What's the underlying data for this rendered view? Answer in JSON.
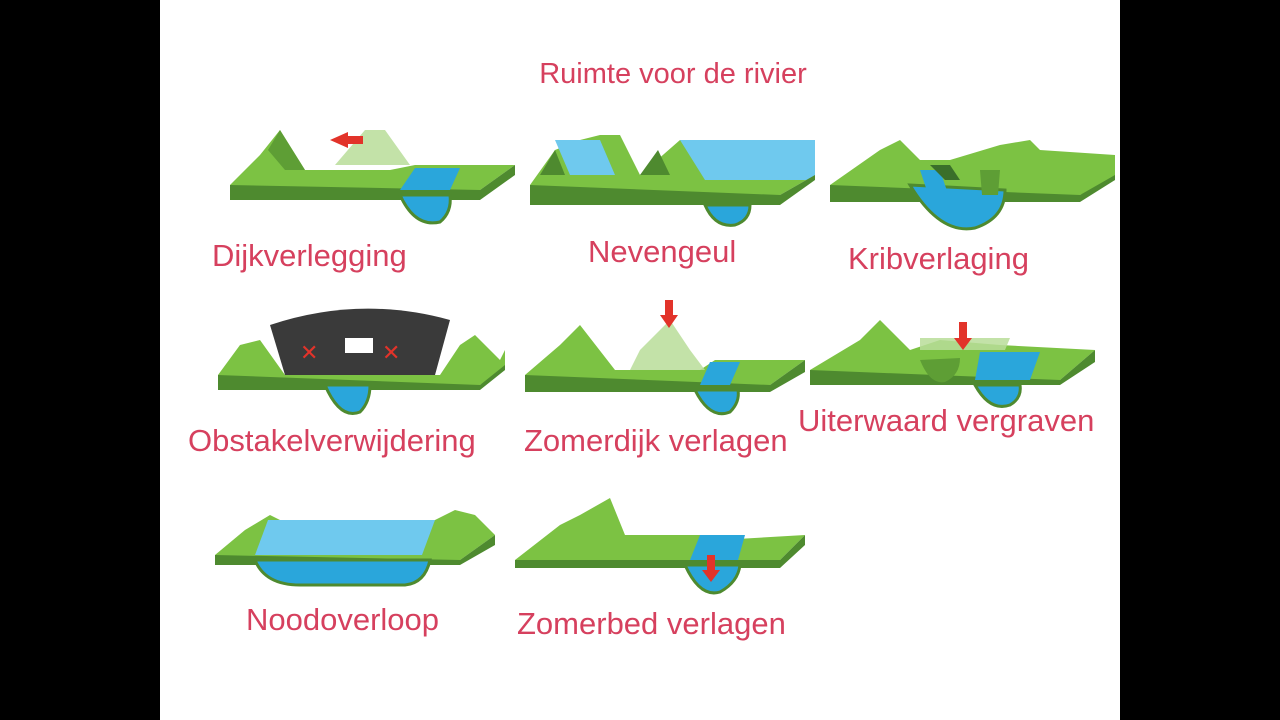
{
  "title": "Ruimte voor de rivier",
  "colors": {
    "text": "#d6405e",
    "grass_top": "#7cc243",
    "grass_side": "#4e8a2f",
    "water": "#2aa6db",
    "water_light": "#6fc9ee",
    "arrow": "#e2332a",
    "bridge": "#3a3a3a"
  },
  "measures": [
    {
      "label": "Dijkverlegging"
    },
    {
      "label": "Nevengeul"
    },
    {
      "label": "Kribverlaging"
    },
    {
      "label": "Obstakelverwijdering"
    },
    {
      "label": "Zomerdijk verlagen"
    },
    {
      "label": "Uiterwaard vergraven"
    },
    {
      "label": "Noodoverloop"
    },
    {
      "label": "Zomerbed verlagen"
    }
  ]
}
